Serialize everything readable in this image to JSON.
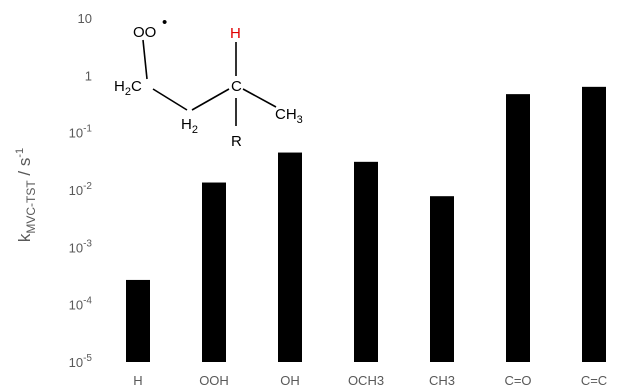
{
  "chart_data": {
    "type": "bar",
    "categories": [
      "H",
      "OOH",
      "OH",
      "OCH3",
      "CH3",
      "C=O",
      "C=C"
    ],
    "values": [
      0.00027,
      0.0135,
      0.045,
      0.031,
      0.0078,
      0.47,
      0.63
    ],
    "ylim": [
      1e-05,
      10
    ],
    "yscale": "log",
    "grid": false,
    "bar_color": "#000000",
    "y_ticks": [
      {
        "value": 10,
        "base": "10",
        "exp": ""
      },
      {
        "value": 1,
        "base": "1",
        "exp": ""
      },
      {
        "value": 0.1,
        "base": "10",
        "exp": "-1"
      },
      {
        "value": 0.01,
        "base": "10",
        "exp": "-2"
      },
      {
        "value": 0.001,
        "base": "10",
        "exp": "-3"
      },
      {
        "value": 0.0001,
        "base": "10",
        "exp": "-4"
      },
      {
        "value": 1e-05,
        "base": "10",
        "exp": "-5"
      }
    ],
    "ylabel": {
      "main": "k",
      "sub": "MVC-TST",
      "middle": " / s",
      "sup": "-1"
    }
  },
  "molecule": {
    "peroxy": "OO",
    "radical_dot": "•",
    "h_red": "H",
    "h2c": "H",
    "h2c_sub": "2",
    "h2c_c": "C",
    "c_center": "C",
    "h2_mid": "H",
    "h2_mid_sub": "2",
    "ch3": "CH",
    "ch3_sub": "3",
    "r": "R",
    "color_h": "#e00000"
  }
}
